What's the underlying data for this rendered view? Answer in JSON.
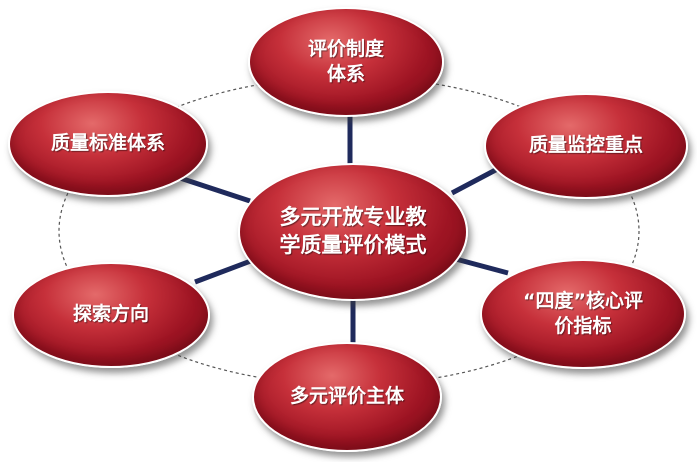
{
  "diagram": {
    "center": "多元开放专业教学质量评价模式",
    "nodes": {
      "top": "评价制度体系",
      "left_top": "质量标准体系",
      "right_top": "质量监控重点",
      "left_bottom": "探索方向",
      "right_bottom": "“四度”核心评价指标",
      "bottom": "多元评价主体"
    }
  },
  "colors": {
    "node_fill": "#a8182a",
    "connector": "#1f2a5c",
    "ring": "#555555",
    "text": "#ffffff"
  }
}
